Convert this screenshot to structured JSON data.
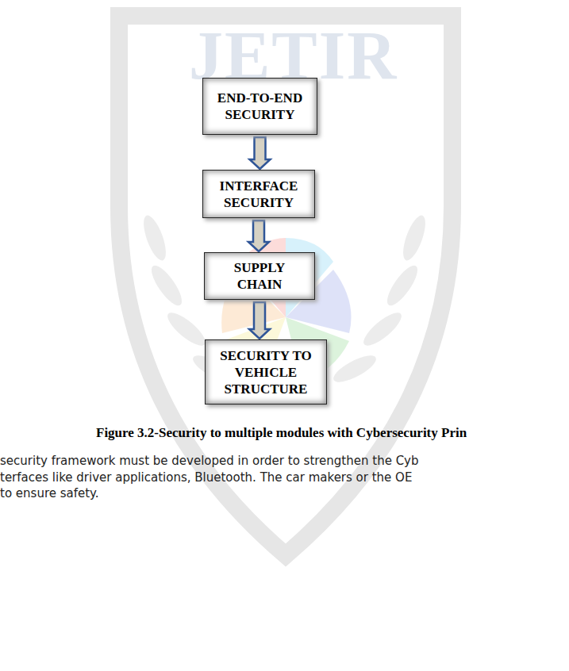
{
  "diagram": {
    "caption": "Figure 3.2-Security to multiple modules with Cybersecurity Prin",
    "nodes": [
      {
        "text": [
          "END-TO-END SECURITY"
        ]
      },
      {
        "text": [
          "INTERFACE SECURITY"
        ]
      },
      {
        "text": [
          "SUPPLY CHAIN"
        ]
      },
      {
        "text": [
          "SECURITY TO VEHICLE STRUCTURE"
        ]
      }
    ],
    "edges": [
      {
        "from": 0,
        "to": 1,
        "arrow": "to"
      },
      {
        "from": 1,
        "to": 2,
        "arrow": "to"
      },
      {
        "from": 2,
        "to": 3,
        "arrow": "to"
      }
    ],
    "labels": [
      "JETIR",
      "security framework must be developed in order to strengthen the Cyb",
      "terfaces like driver applications, Bluetooth. The car makers or the OE",
      "to ensure safety."
    ]
  }
}
